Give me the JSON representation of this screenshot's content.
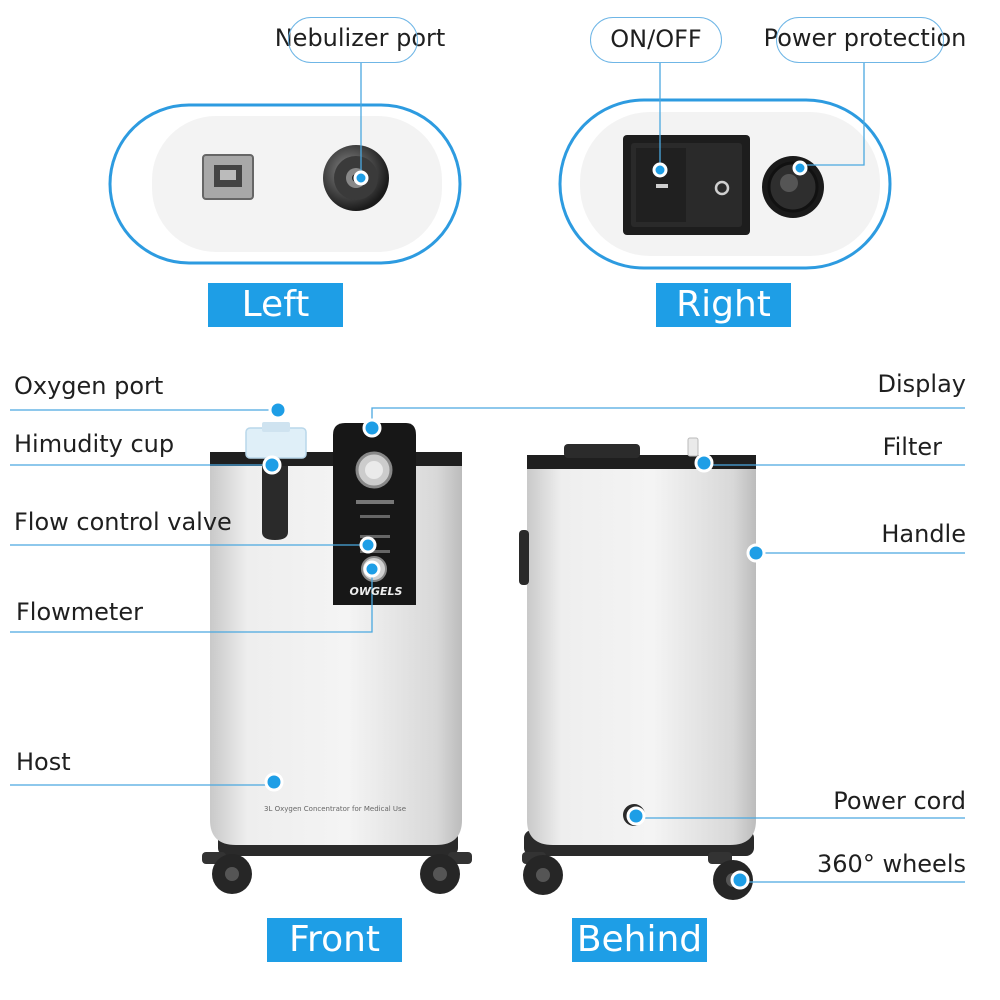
{
  "views": {
    "left": "Left",
    "right": "Right",
    "front": "Front",
    "behind": "Behind"
  },
  "callouts": {
    "nebulizer_port": "Nebulizer port",
    "on_off": "ON/OFF",
    "power_protection": "Power protection",
    "oxygen_port": "Oxygen port",
    "humidity_cup": "Himudity cup",
    "flow_control_valve": "Flow control valve",
    "flowmeter": "Flowmeter",
    "host": "Host",
    "display": "Display",
    "filter": "Filter",
    "handle": "Handle",
    "power_cord": "Power cord",
    "wheels": "360° wheels"
  },
  "device_text": {
    "brand": "OWGELS",
    "front_caption": "3L Oxygen Concentrator for Medical Use"
  },
  "colors": {
    "accent": "#1e9ee6",
    "line": "#4aa8e0",
    "panel": "#1b1b1b",
    "body": "#dcdcdc"
  }
}
